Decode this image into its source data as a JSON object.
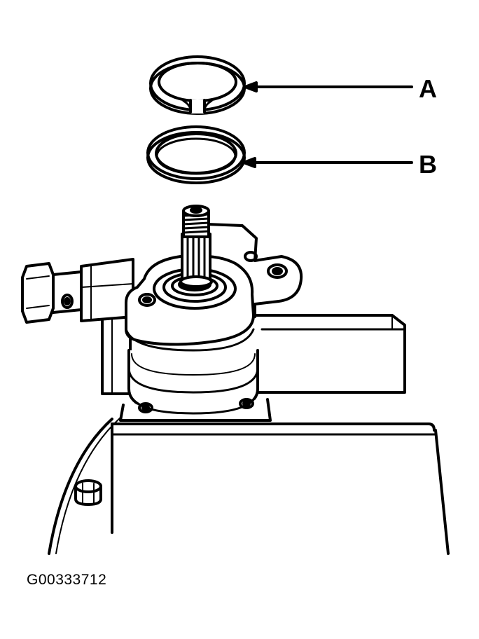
{
  "figure": {
    "id": "G00333712",
    "colors": {
      "ink": "#000000",
      "paper": "#ffffff"
    }
  },
  "callouts": [
    {
      "label": "A",
      "part": "snap-ring"
    },
    {
      "label": "B",
      "part": "seal-ring"
    }
  ]
}
